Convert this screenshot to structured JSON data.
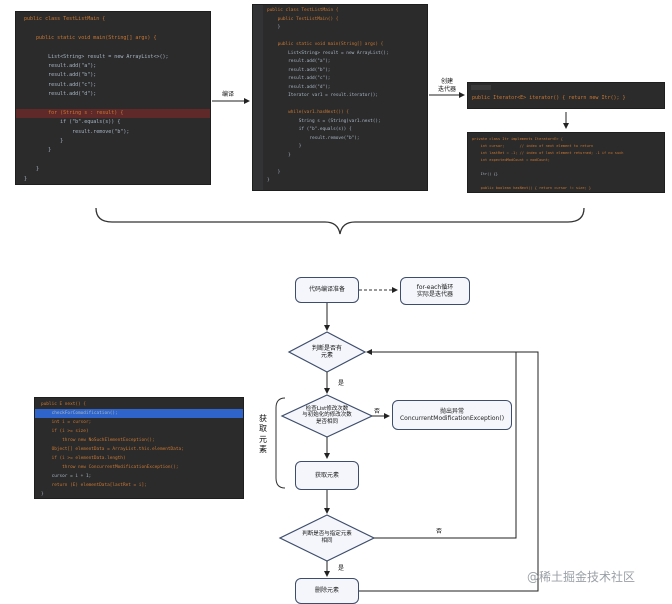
{
  "code_main": {
    "lines": [
      "public class TestListMain {",
      "",
      "    public static void main(String[] args) {",
      "",
      "        List<String> result = new ArrayList<>();",
      "        result.add(\"a\");",
      "        result.add(\"b\");",
      "        result.add(\"c\");",
      "        result.add(\"d\");",
      "",
      "        for (String s : result) {",
      "            if (\"b\".equals(s)) {",
      "                result.remove(\"b\");",
      "            }",
      "        }",
      "",
      "    }",
      "}"
    ]
  },
  "code_compiled": {
    "lines": [
      "public class TestListMain {",
      "    public TestListMain() {",
      "    }",
      "",
      "    public static void main(String[] args) {",
      "        List<String> result = new ArrayList();",
      "        result.add(\"a\");",
      "        result.add(\"b\");",
      "        result.add(\"c\");",
      "        result.add(\"d\");",
      "        Iterator var1 = result.iterator();",
      "",
      "        while(var1.hasNext()) {",
      "            String s = (String)var1.next();",
      "            if (\"b\".equals(s)) {",
      "                result.remove(\"b\");",
      "            }",
      "        }",
      "",
      "    }",
      "}"
    ]
  },
  "code_iterator": {
    "lines": [
      "public Iterator<E> iterator() { return new Itr(); }"
    ]
  },
  "code_itr": {
    "lines": [
      "private class Itr implements Iterator<E> {",
      "    int cursor;       // index of next element to return",
      "    int lastRet = -1; // index of last element returned; -1 if no such",
      "    int expectedModCount = modCount;",
      "",
      "    Itr() {}",
      "",
      "    public boolean hasNext() { return cursor != size; }"
    ]
  },
  "code_next": {
    "lines": [
      "public E next() {",
      "    checkForComodification();",
      "    int i = cursor;",
      "    if (i >= size)",
      "        throw new NoSuchElementException();",
      "    Object[] elementData = ArrayList.this.elementData;",
      "    if (i >= elementData.length)",
      "        throw new ConcurrentModificationException();",
      "    cursor = i + 1;",
      "    return (E) elementData[lastRet = i];",
      "}"
    ]
  },
  "labels": {
    "compile": "编译",
    "create_iterator_line1": "创建",
    "create_iterator_line2": "迭代器",
    "yes1": "是",
    "no1": "否",
    "yes2": "是",
    "no2": "否",
    "get_element_vertical": "获取元素"
  },
  "flow": {
    "compile_prep": "代码编译准备",
    "note_line1": "for-each循环",
    "note_line2": "实际是迭代器",
    "has_element_line1": "判断是否有",
    "has_element_line2": "元素",
    "check_line1": "检查List修改次数",
    "check_line2": "与初始化的修改次数",
    "check_line3": "是否相同",
    "exception_line1": "抛出异常",
    "exception_line2": "ConcurrentModificationException()",
    "get_element": "获取元素",
    "equal_line1": "判断是否与指定元素",
    "equal_line2": "相同",
    "delete_element": "删除元素"
  },
  "watermark": "@稀土掘金技术社区"
}
